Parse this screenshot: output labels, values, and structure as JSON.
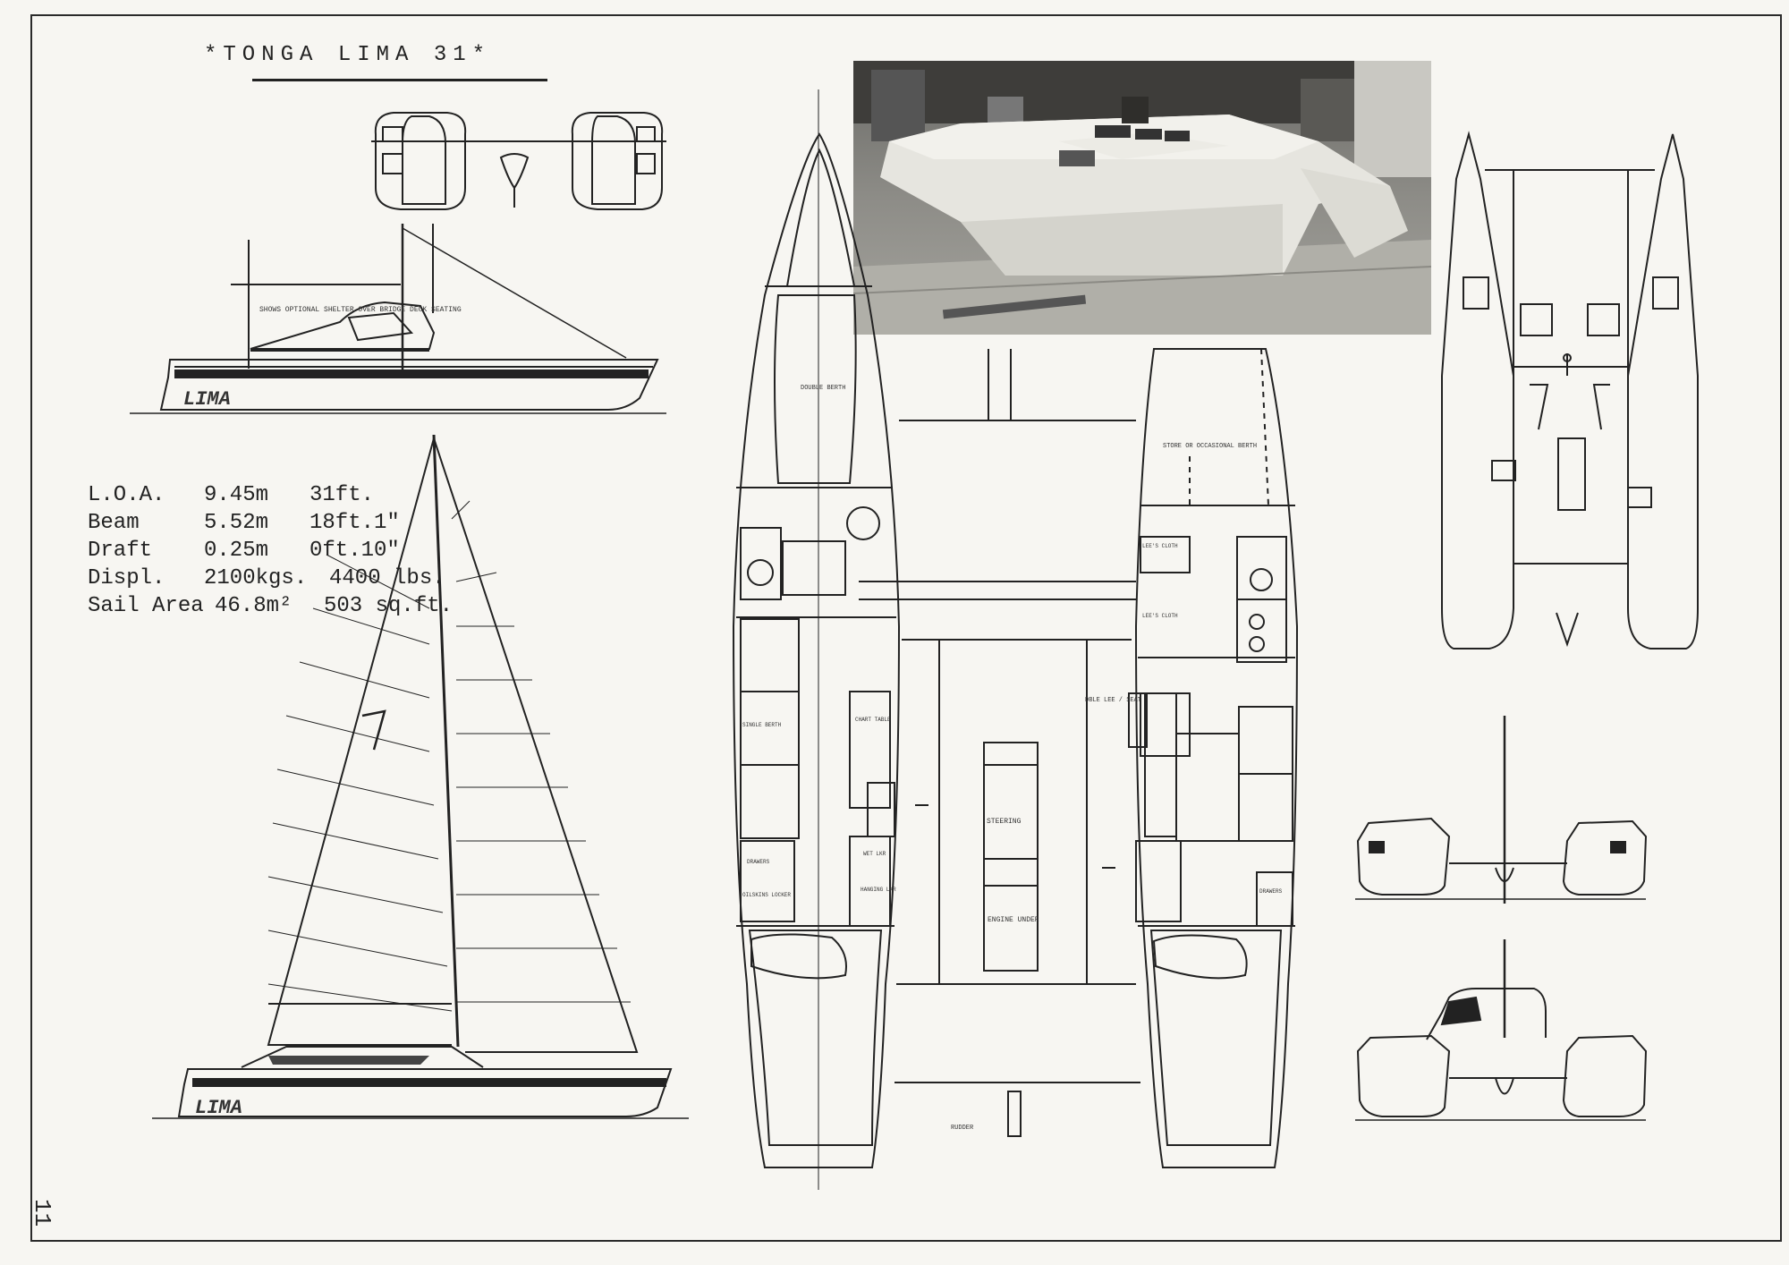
{
  "title": "*TONGA LIMA 31*",
  "specs": [
    {
      "label": "L.O.A.",
      "metric": "9.45m",
      "imperial": "31ft."
    },
    {
      "label": "Beam",
      "metric": "5.52m",
      "imperial": "18ft.1\""
    },
    {
      "label": "Draft",
      "metric": "0.25m",
      "imperial": "0ft.10\""
    },
    {
      "label": "Displ.",
      "metric": "2100kgs.",
      "imperial": "4400 lbs."
    },
    {
      "label": "Sail Area",
      "metric": "46.8m²",
      "imperial": "503 sq.ft."
    }
  ],
  "hull_name": "LIMA",
  "profile_note": "SHOWS OPTIONAL SHELTER OVER BRIDGE DECK SEATING",
  "plan_labels": {
    "double_berth": "DOUBLE BERTH",
    "store_berth": "STORE OR OCCASIONAL BERTH",
    "lee_cloth": "LEE'S CLOTH",
    "single_berth": "SINGLE BERTH",
    "chart_table": "CHART TABLE",
    "wet_locker": "WET LKR",
    "hanging_locker": "HANGING LKR",
    "drawers": "DRAWERS",
    "oilskins_locker": "OILSKINS LOCKER",
    "dble_lee_seat": "DBLE LEE / SEAT",
    "steering": "STEERING",
    "engine_under": "ENGINE UNDER",
    "rudder": "RUDDER"
  },
  "page_number": "11"
}
